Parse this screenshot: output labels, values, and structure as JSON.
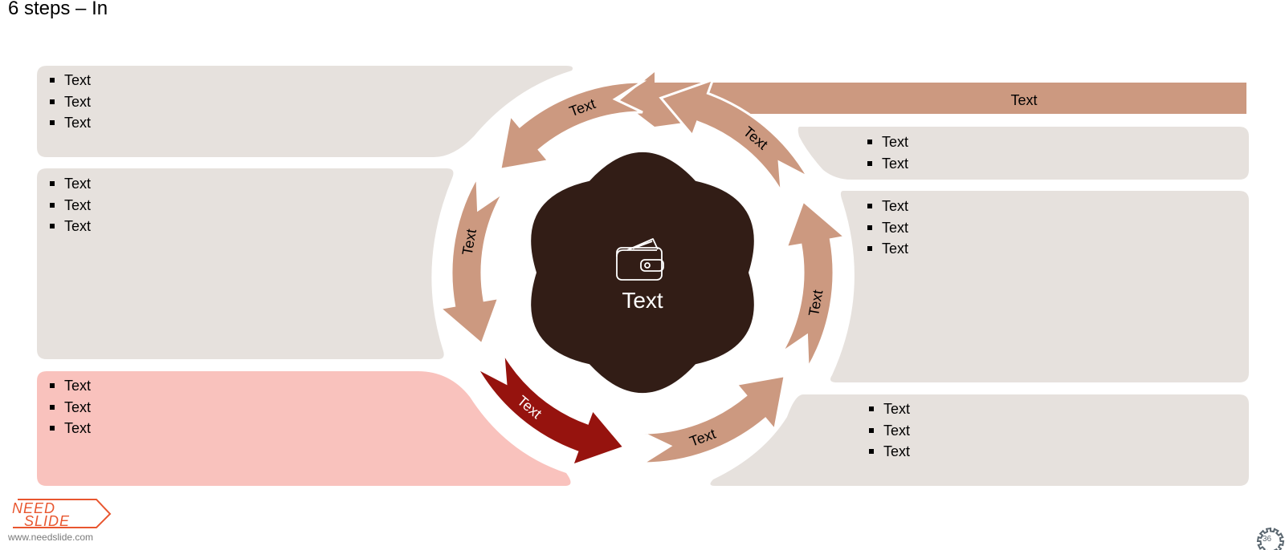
{
  "title": "6 steps – In",
  "center": {
    "label": "Text",
    "icon": "wallet-icon"
  },
  "arrows": [
    {
      "label": "Text",
      "active": false
    },
    {
      "label": "Text",
      "active": false
    },
    {
      "label": "Text",
      "active": true
    },
    {
      "label": "Text",
      "active": false
    },
    {
      "label": "Text",
      "active": false
    },
    {
      "label": "Text",
      "active": false
    }
  ],
  "banner": {
    "label": "Text"
  },
  "panels": {
    "left_top": [
      "Text",
      "Text",
      "Text"
    ],
    "left_middle": [
      "Text",
      "Text",
      "Text"
    ],
    "left_bottom": [
      "Text",
      "Text",
      "Text"
    ],
    "right_top": [
      "Text",
      "Text"
    ],
    "right_middle": [
      "Text",
      "Text",
      "Text"
    ],
    "right_bottom": [
      "Text",
      "Text",
      "Text"
    ]
  },
  "logo": {
    "brand": "NEED SLIDE",
    "url": "www.needslide.com"
  },
  "page_number": "36",
  "colors": {
    "panel": "#e6e1dd",
    "panel_active": "#f9c2bd",
    "arrow": "#cc9980",
    "arrow_active": "#96130e",
    "center": "#321d16",
    "logo": "#e8562f"
  }
}
